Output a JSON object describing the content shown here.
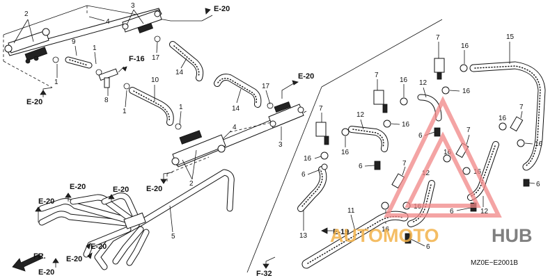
{
  "callouts": {
    "c2a": "2",
    "c3a": "3",
    "c4a": "4",
    "c9": "9",
    "c1a": "1",
    "c17a": "17",
    "c14a": "14",
    "c1b": "1",
    "c8": "8",
    "c10": "10",
    "c1c": "1",
    "c1d": "1",
    "c14b": "14",
    "c17b": "17",
    "c4b": "4",
    "c3b": "3",
    "c2b": "2",
    "c5": "5",
    "c7a": "7",
    "c16a": "16",
    "c15": "15",
    "c7b": "7",
    "c16b": "16",
    "c12a": "12",
    "c16c": "16",
    "c7c": "7",
    "c12b": "12",
    "c16d": "16",
    "c16e": "16",
    "c6a": "6",
    "c16f": "16",
    "c6b": "6",
    "c16g": "16",
    "c6c": "6",
    "c7d": "7",
    "c16h": "16",
    "c16i": "16",
    "c7e": "7",
    "c16j": "16",
    "c16k": "16",
    "c6d": "6",
    "c12c": "12",
    "c16l": "16",
    "c6e": "6",
    "c12d": "12",
    "c13": "13",
    "c11": "11",
    "c16m": "16",
    "c6f": "6",
    "c7f": "7"
  },
  "refs": {
    "e20_tr": "E-20",
    "e20_tl": "E-20",
    "f16": "F-16",
    "e20_mr": "E-20",
    "e20_mid": "E-20",
    "e20_l1": "E-20",
    "e20_l2": "E-20",
    "e20_l3": "E-20",
    "e20_l4": "E-20",
    "e20_l5": "E-20",
    "e20_l6": "E-20",
    "e19": "E-19",
    "f32": "F-32",
    "fr": "FR."
  },
  "diagram_code": "MZ0E−E2001B",
  "watermark": {
    "word1": "AUTOMOTO",
    "word2": "HUB",
    "color_triangle": "#f08585",
    "color_word1": "#f3b24a",
    "color_word2": "#6b6b6b"
  }
}
